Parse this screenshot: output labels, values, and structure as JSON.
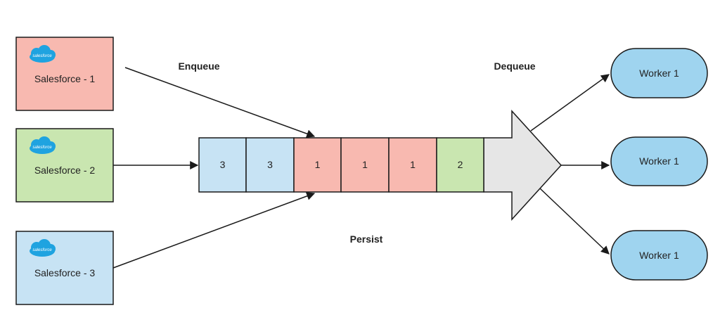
{
  "sources": [
    {
      "label": "Salesforce - 1",
      "logo_text": "salesforce",
      "fill": "#f8b9b0"
    },
    {
      "label": "Salesforce - 2",
      "logo_text": "salesforce",
      "fill": "#c9e6b0"
    },
    {
      "label": "Salesforce - 3",
      "logo_text": "salesforce",
      "fill": "#c7e3f4"
    }
  ],
  "queue": [
    {
      "label": "3",
      "fill": "#c7e3f4"
    },
    {
      "label": "3",
      "fill": "#c7e3f4"
    },
    {
      "label": "1",
      "fill": "#f8b9b0"
    },
    {
      "label": "1",
      "fill": "#f8b9b0"
    },
    {
      "label": "1",
      "fill": "#f8b9b0"
    },
    {
      "label": "2",
      "fill": "#c9e6b0"
    }
  ],
  "workers": [
    {
      "label": "Worker 1"
    },
    {
      "label": "Worker 1"
    },
    {
      "label": "Worker 1"
    }
  ],
  "labels": {
    "enqueue": "Enqueue",
    "dequeue": "Dequeue",
    "persist": "Persist"
  },
  "colors": {
    "logo_cloud": "#1fa3e0",
    "worker_fill": "#9fd4ef",
    "arrow_fill": "#e6e6e6",
    "stroke": "#1a1a1a"
  }
}
